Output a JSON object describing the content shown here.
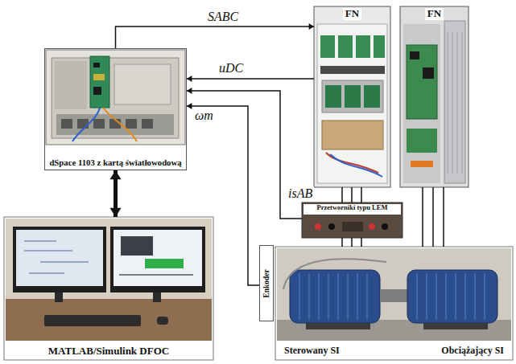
{
  "diagram": {
    "nodes": [
      {
        "text": [
          "dSpace 1103 z kartą światłowodową"
        ]
      },
      {
        "text": [
          "MATLAB/Simulink DFOC"
        ]
      },
      {
        "text": [
          "FN"
        ]
      },
      {
        "text": [
          "FN"
        ]
      },
      {
        "text": [
          "Przetworniki typu LEM"
        ]
      },
      {
        "text": [
          "Enkoder"
        ]
      },
      {
        "text": [
          "Sterowany SI"
        ]
      },
      {
        "text": [
          "Obciążający SI"
        ]
      }
    ],
    "edges": [
      {
        "from": 0,
        "to": 2,
        "label": "SABC",
        "arrow": "to"
      },
      {
        "from": 2,
        "to": 0,
        "label": "uDC",
        "arrow": "to"
      },
      {
        "from": 4,
        "to": 0,
        "label": "isAB",
        "arrow": "to"
      },
      {
        "from": 5,
        "to": 0,
        "label": "ωm",
        "arrow": "to"
      },
      {
        "from": 0,
        "to": 1,
        "arrow": "both"
      },
      {
        "from": 2,
        "to": 4,
        "arrow": "none"
      },
      {
        "from": 4,
        "to": 6,
        "arrow": "none"
      },
      {
        "from": 3,
        "to": 7,
        "arrow": "none"
      }
    ]
  }
}
